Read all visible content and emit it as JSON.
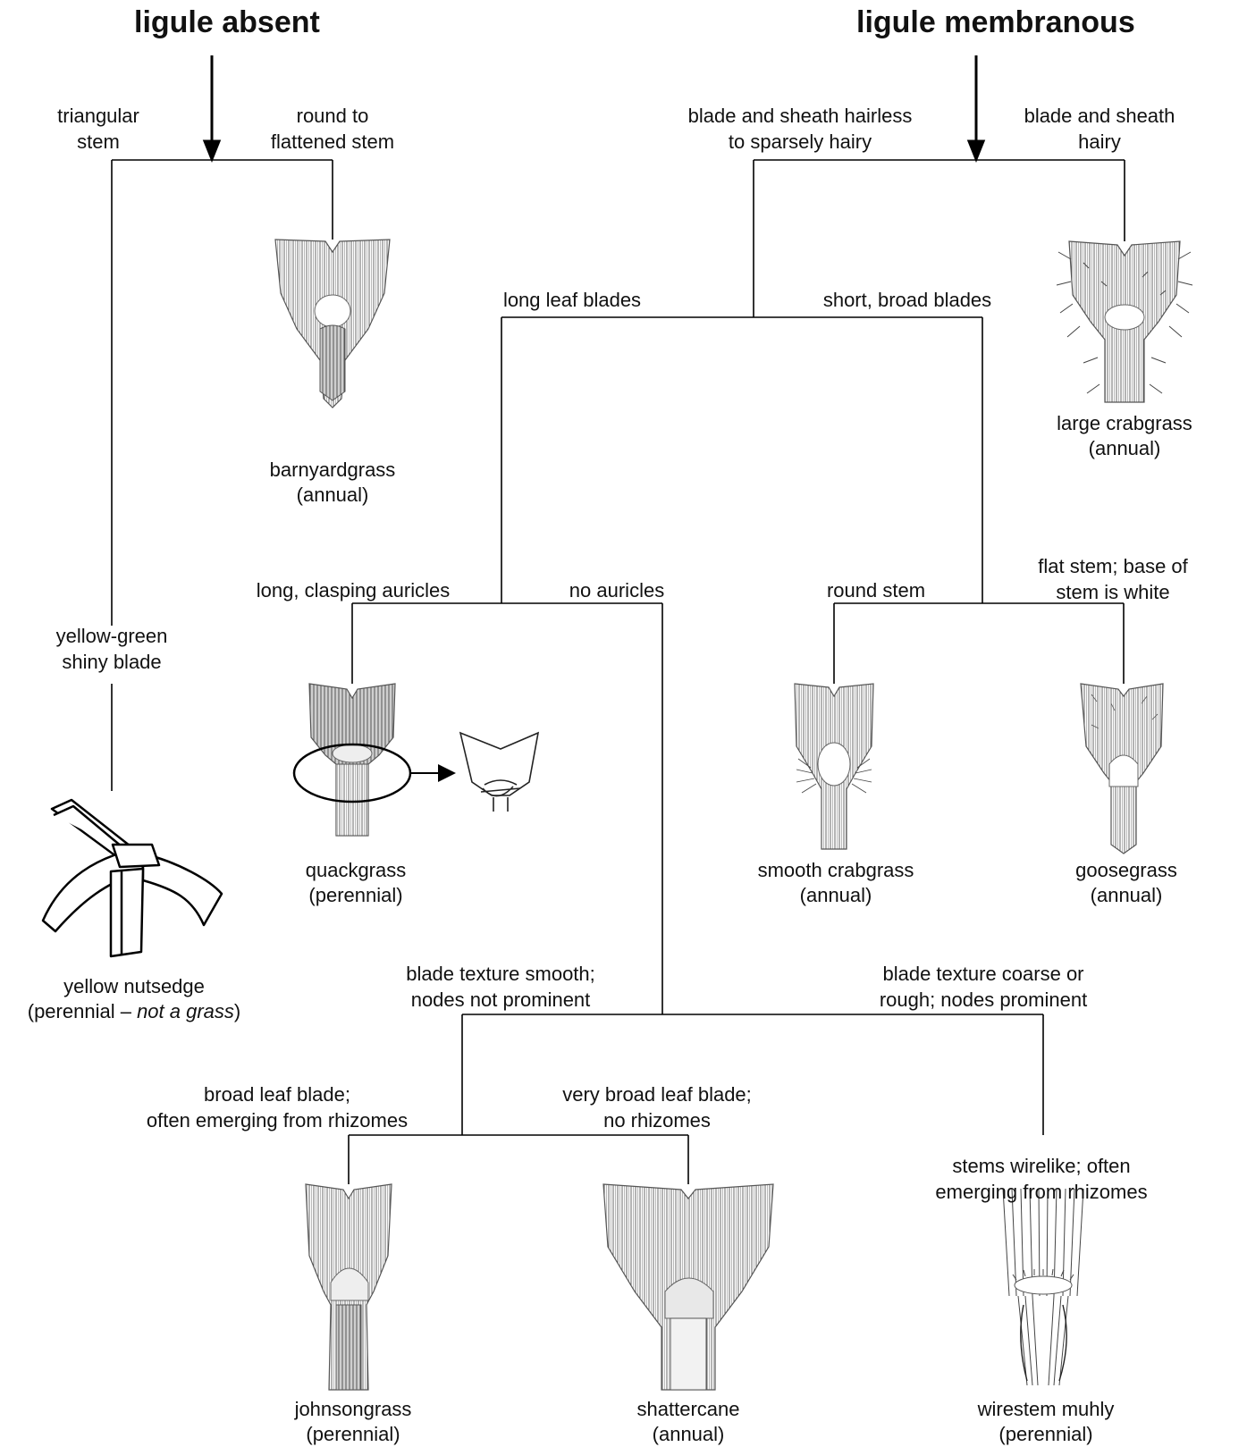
{
  "headings": {
    "left": "ligule absent",
    "right": "ligule membranous"
  },
  "branches": {
    "triangular_stem": [
      "triangular",
      "stem"
    ],
    "round_flattened": [
      "round to",
      "flattened stem"
    ],
    "yellow_green": [
      "yellow-green",
      "shiny blade"
    ],
    "hairless": [
      "blade and sheath hairless",
      "to sparsely hairy"
    ],
    "hairy": [
      "blade and sheath",
      "hairy"
    ],
    "long_blades": [
      "long leaf blades"
    ],
    "short_blades": [
      "short, broad blades"
    ],
    "clasping_auricles": [
      "long, clasping auricles"
    ],
    "no_auricles": [
      "no auricles"
    ],
    "round_stem": [
      "round stem"
    ],
    "flat_stem": [
      "flat stem; base of",
      "stem is white"
    ],
    "smooth_texture": [
      "blade texture smooth;",
      "nodes not prominent"
    ],
    "coarse_texture": [
      "blade texture coarse or",
      "rough; nodes prominent"
    ],
    "broad_blade": [
      "broad leaf blade;",
      "often emerging from rhizomes"
    ],
    "very_broad_blade": [
      "very broad leaf blade;",
      "no rhizomes"
    ],
    "wirelike": [
      "stems wirelike; often",
      "emerging from rhizomes"
    ]
  },
  "plants": {
    "barnyardgrass": {
      "name": "barnyardgrass",
      "life": "(annual)"
    },
    "large_crabgrass": {
      "name": "large crabgrass",
      "life": "(annual)"
    },
    "yellow_nutsedge": {
      "name": "yellow nutsedge",
      "life_pre": "(perennial – ",
      "life_em": "not a grass",
      "life_post": ")"
    },
    "quackgrass": {
      "name": "quackgrass",
      "life": "(perennial)"
    },
    "smooth_crabgrass": {
      "name": "smooth crabgrass",
      "life": "(annual)"
    },
    "goosegrass": {
      "name": "goosegrass",
      "life": "(annual)"
    },
    "johnsongrass": {
      "name": "johnsongrass",
      "life": "(perennial)"
    },
    "shattercane": {
      "name": "shattercane",
      "life": "(annual)"
    },
    "wirestem_muhly": {
      "name": "wirestem muhly",
      "life": "(perennial)"
    }
  }
}
